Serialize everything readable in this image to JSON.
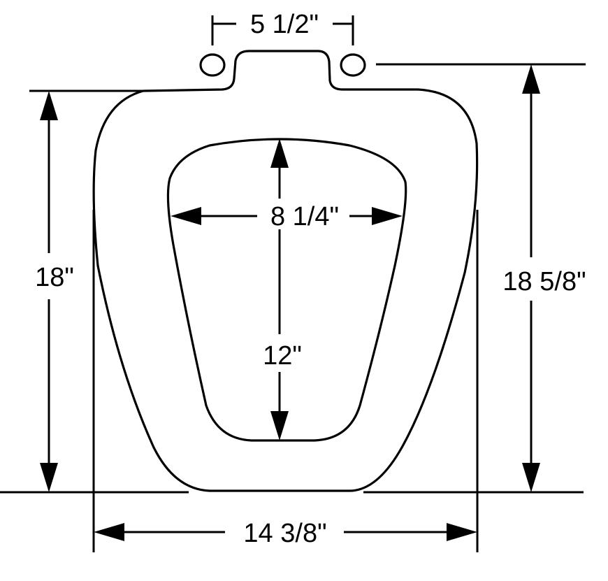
{
  "diagram": {
    "dimensions": {
      "hinge_spacing": "5 1/2\"",
      "opening_width": "8 1/4\"",
      "opening_length": "12\"",
      "seat_length": "18\"",
      "overall_length": "18 5/8\"",
      "seat_width": "14 3/8\""
    },
    "colors": {
      "line": "#000000",
      "background": "#ffffff"
    }
  }
}
